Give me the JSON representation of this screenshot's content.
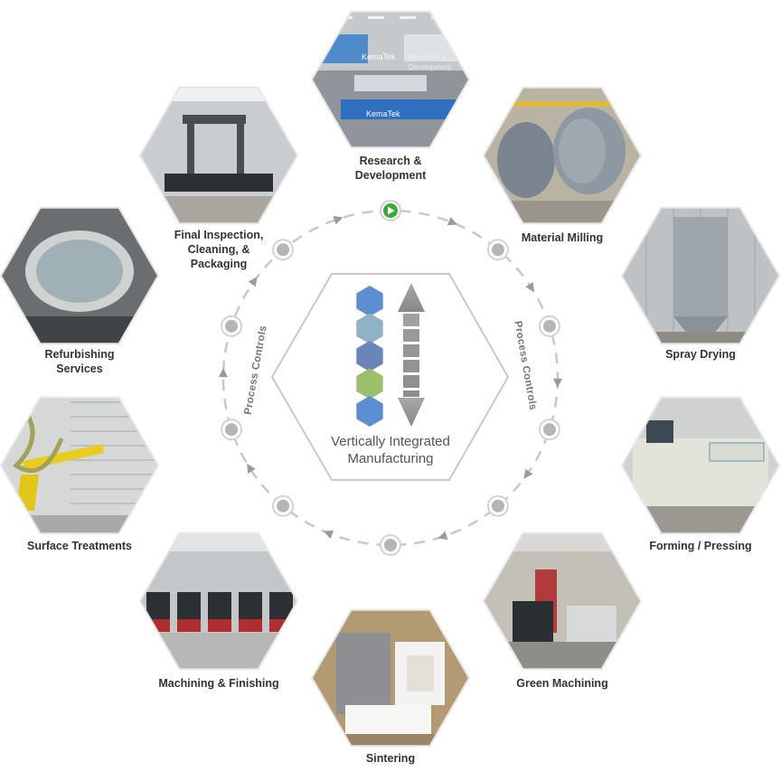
{
  "center": {
    "title_line1": "Vertically Integrated",
    "title_line2": "Manufacturing",
    "hex_colors": [
      "#5b8fd1",
      "#8fb2c7",
      "#6a86b8",
      "#9cbf6e",
      "#5b8fd1"
    ]
  },
  "process_controls": {
    "left_label": "Process Controls",
    "right_label": "Process Controls"
  },
  "steps": [
    {
      "label_lines": [
        "Research &",
        "Development"
      ],
      "photo_tags": [
        "KemaTek",
        "KemaTek",
        "Research &",
        "Development"
      ]
    },
    {
      "label_lines": [
        "Material Milling"
      ]
    },
    {
      "label_lines": [
        "Spray Drying"
      ]
    },
    {
      "label_lines": [
        "Forming / Pressing"
      ]
    },
    {
      "label_lines": [
        "Green Machining"
      ]
    },
    {
      "label_lines": [
        "Sintering"
      ]
    },
    {
      "label_lines": [
        "Machining & Finishing"
      ]
    },
    {
      "label_lines": [
        "Surface Treatments"
      ]
    },
    {
      "label_lines": [
        "Refurbishing",
        "Services"
      ]
    },
    {
      "label_lines": [
        "Final Inspection,",
        "Cleaning, &",
        "Packaging"
      ]
    }
  ],
  "colors": {
    "active_node": "#3aaa35",
    "inactive_node": "#b5b5b5",
    "ring": "#c8c8c8",
    "arrow": "#9a9a9a"
  }
}
